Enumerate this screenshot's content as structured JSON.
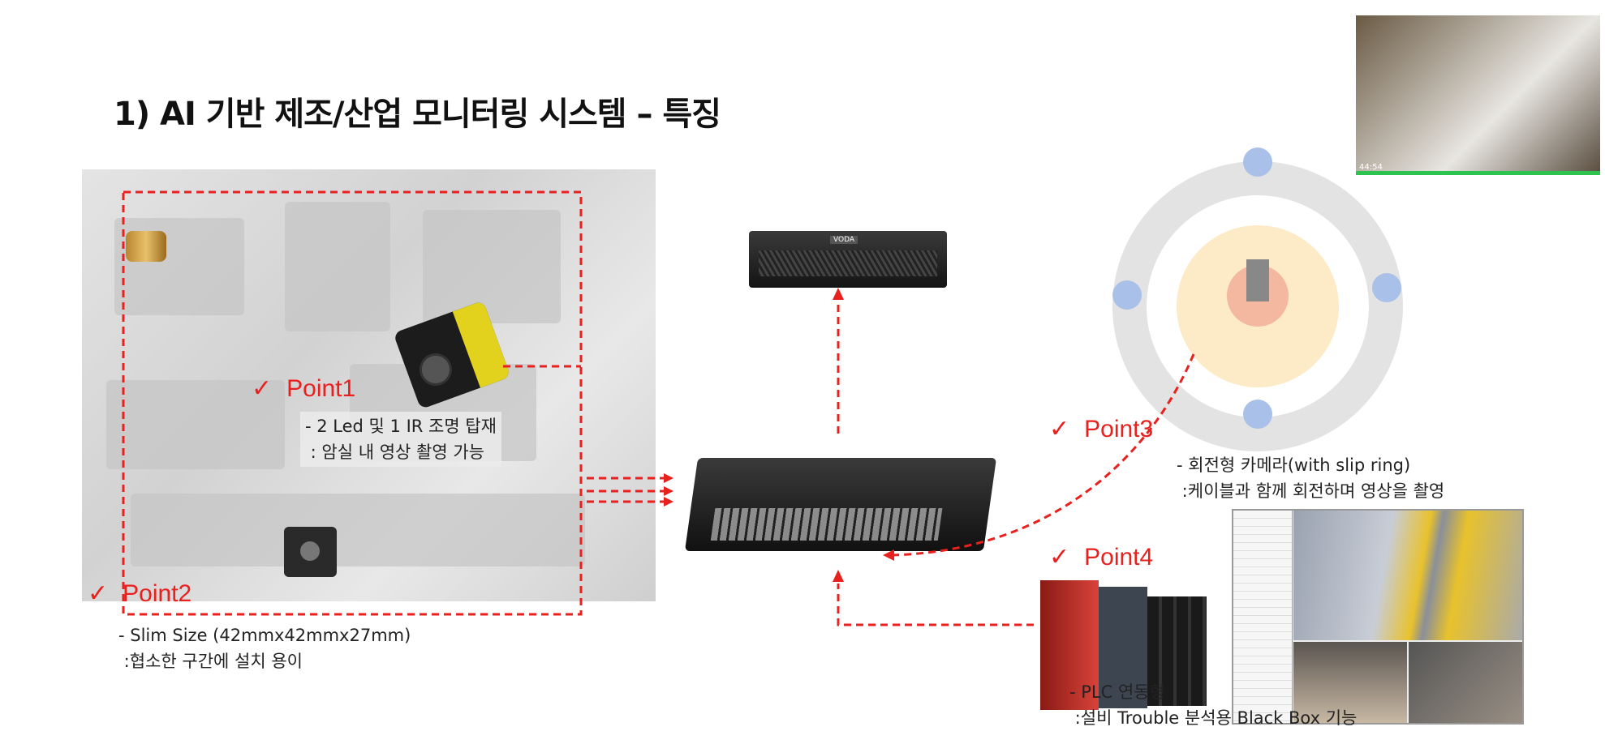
{
  "title": "1) AI 기반 제조/산업 모니터링 시스템 – 특징",
  "points": [
    {
      "label": "Point1",
      "lines": [
        "- 2 Led 및 1 IR 조명 탑재",
        " : 암실 내 영상 촬영 가능"
      ]
    },
    {
      "label": "Point2",
      "lines": [
        "- Slim Size (42mmx42mmx27mm)",
        " :협소한 구간에 설치 용이"
      ]
    },
    {
      "label": "Point3",
      "lines": [
        "- 회전형 카메라(with slip ring)",
        " :케이블과 함께 회전하며 영상을 촬영"
      ]
    },
    {
      "label": "Point4",
      "lines": [
        "- PLC 연동형",
        " :설비 Trouble 분석용 Black Box 기능"
      ]
    }
  ],
  "check_mark": "✓",
  "device_brand": "VODA",
  "video_timestamp": "44:54",
  "colors": {
    "accent": "#e8201e",
    "ring": "#e3e3e3",
    "inner": "#fdebc8",
    "core": "#f4b7a0",
    "dot": "#a9c0e8"
  }
}
